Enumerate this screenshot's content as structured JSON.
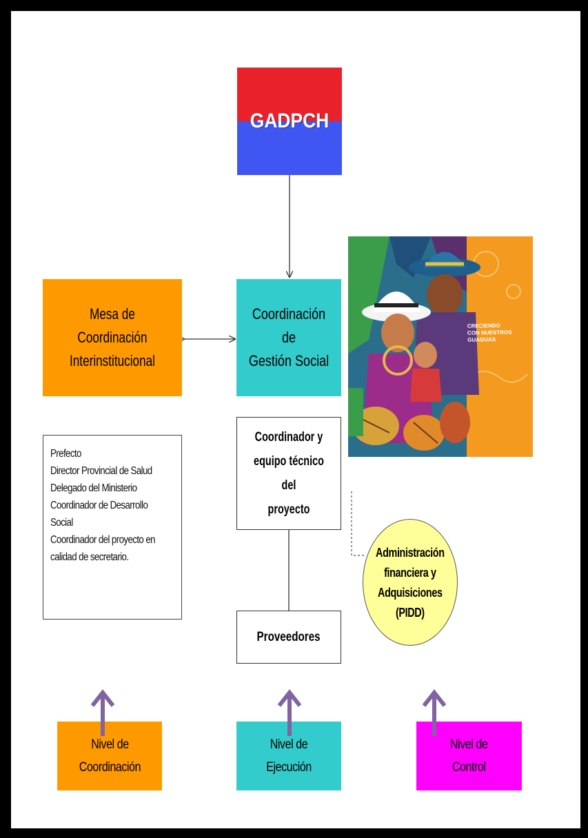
{
  "top_entity": {
    "label": "GADPCH"
  },
  "mesa": {
    "line1": "Mesa de Coordinación",
    "line2": "Interinstitucional"
  },
  "coordinacion": {
    "line1": "Coordinación de",
    "line2": "Gestión Social"
  },
  "equipo": {
    "line1": "Coordinador y",
    "line2": "equipo técnico del",
    "line3": "proyecto"
  },
  "proveedores": {
    "label": "Proveedores"
  },
  "members": [
    "Prefecto",
    "Director Provincial de Salud",
    "Delegado del Ministerio",
    "Coordinador de Desarrollo",
    "Social",
    "Coordinador del proyecto en",
    "calidad de secretario."
  ],
  "admin": {
    "line1": "Administración",
    "line2": "financiera y",
    "line3": "Adquisiciones",
    "line4": "(PIDD)"
  },
  "poster": {
    "text1": "CRECIENDO",
    "text2": "CON NUESTROS",
    "text3": "GUAGUAS"
  },
  "levels": [
    {
      "line1": "Nivel de",
      "line2": "Coordinación",
      "color": "#ff9900"
    },
    {
      "line1": "Nivel de",
      "line2": "Ejecución",
      "color": "#33cccc"
    },
    {
      "line1": "Nivel de",
      "line2": "Control",
      "color": "#ff00ff"
    }
  ],
  "colors": {
    "orange": "#ff9900",
    "teal": "#33cccc",
    "magenta": "#ff00ff",
    "yellow": "#ffff99",
    "red": "#e8212a",
    "blue": "#3f56f2",
    "arrow_purple": "#8064a2"
  }
}
